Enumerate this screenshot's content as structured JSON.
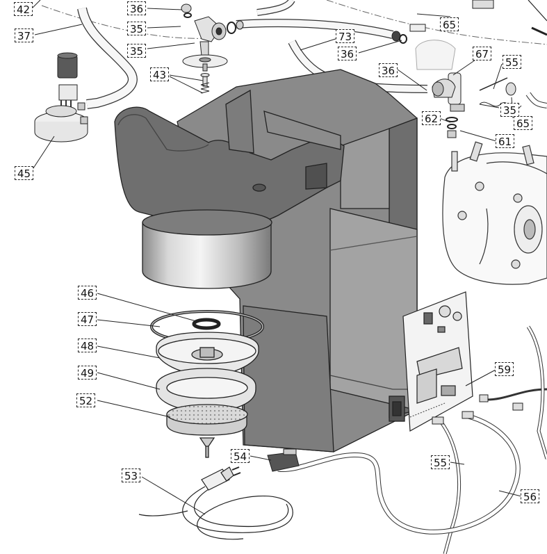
{
  "diagram": {
    "callouts": [
      {
        "id": "c42",
        "label": "42"
      },
      {
        "id": "c36a",
        "label": "36"
      },
      {
        "id": "c35a",
        "label": "35"
      },
      {
        "id": "c35b",
        "label": "35"
      },
      {
        "id": "c65a",
        "label": "65"
      },
      {
        "id": "c37",
        "label": "37"
      },
      {
        "id": "c73",
        "label": "73"
      },
      {
        "id": "c36b",
        "label": "36"
      },
      {
        "id": "c67",
        "label": "67"
      },
      {
        "id": "c55a",
        "label": "55"
      },
      {
        "id": "c43",
        "label": "43"
      },
      {
        "id": "c36c",
        "label": "36"
      },
      {
        "id": "c35c",
        "label": "35"
      },
      {
        "id": "c62",
        "label": "62"
      },
      {
        "id": "c65b",
        "label": "65"
      },
      {
        "id": "c61",
        "label": "61"
      },
      {
        "id": "c45",
        "label": "45"
      },
      {
        "id": "c46",
        "label": "46"
      },
      {
        "id": "c47",
        "label": "47"
      },
      {
        "id": "c48",
        "label": "48"
      },
      {
        "id": "c49",
        "label": "49"
      },
      {
        "id": "c59",
        "label": "59"
      },
      {
        "id": "c52",
        "label": "52"
      },
      {
        "id": "c54",
        "label": "54"
      },
      {
        "id": "c53",
        "label": "53"
      },
      {
        "id": "c55b",
        "label": "55"
      },
      {
        "id": "c56",
        "label": "56"
      }
    ]
  }
}
